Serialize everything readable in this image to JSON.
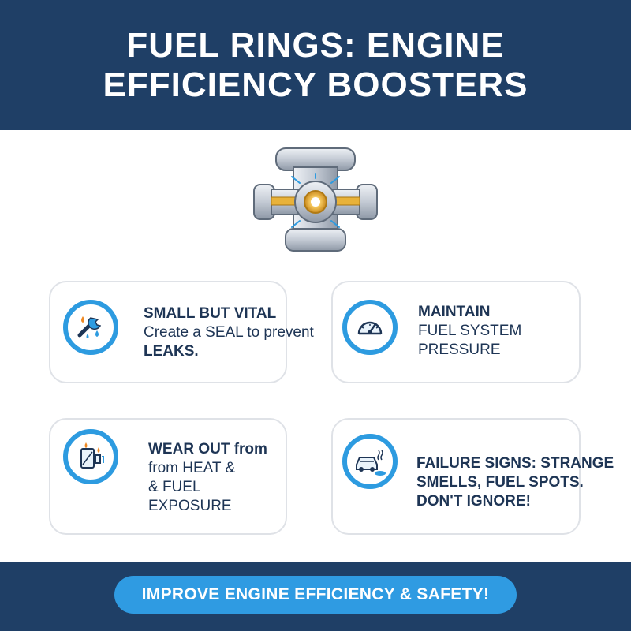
{
  "header": {
    "title_line1": "FUEL RINGS: ENGINE",
    "title_line2": "EFFICIENCY BOOSTERS"
  },
  "hero": {
    "icon": "fuel-ring-pipe-fitting-icon"
  },
  "cards": [
    {
      "icon": "wrench-droplets-icon",
      "heading": "SMALL BUT VITAL",
      "line2": "Create a SEAL to prevent",
      "line3": "LEAKS."
    },
    {
      "icon": "pressure-gauge-icon",
      "line1": "MAINTAIN",
      "line2": "FUEL SYSTEM",
      "line3": "PRESSURE"
    },
    {
      "icon": "heat-fuel-pump-icon",
      "line1": "WEAR OUT from",
      "line2": "from HEAT &",
      "line3": "& FUEL",
      "line4": "EXPOSURE"
    },
    {
      "icon": "car-fuel-leak-icon",
      "line1": "FAILURE SIGNS: STRANGE",
      "line2": "SMELLS, FUEL SPOTS.",
      "line3": "DON'T IGNORE!"
    }
  ],
  "footer": {
    "cta_label": "IMPROVE ENGINE EFFICIENCY & SAFETY!"
  },
  "colors": {
    "navy": "#1f3f66",
    "accent_blue": "#2d9be0",
    "text_dark": "#1e3555",
    "card_border": "#dfe2e7",
    "gold": "#e8b23a"
  }
}
